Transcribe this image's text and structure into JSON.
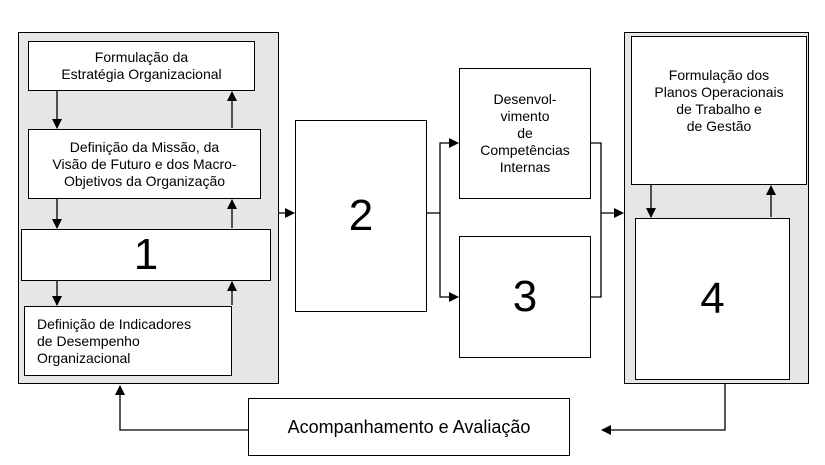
{
  "left_panel": {
    "box_strategy": "Formulação da\nEstratégia Organizacional",
    "box_mission": "Definição da Missão, da\nVisão de Futuro e dos Macro-\nObjetivos da Organização",
    "box_1": "1",
    "box_indicators": "Definição de Indicadores\nde Desempenho\nOrganizacional"
  },
  "box_2": "2",
  "box_competencies": "Desenvol-\nvimento\nde\nCompetências\nInternas",
  "box_3": "3",
  "right_panel": {
    "box_plans": "Formulação dos\nPlanos Operacionais\nde Trabalho e\nde Gestão",
    "box_4": "4"
  },
  "box_monitoring": "Acompanhamento e Avaliação"
}
